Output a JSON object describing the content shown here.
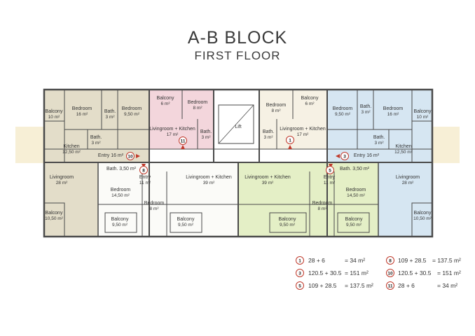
{
  "header": {
    "title": "A-B BLOCK",
    "subtitle": "FIRST FLOOR"
  },
  "colors": {
    "beige": "#e3ddc9",
    "pink": "#f3d6dc",
    "cream": "#f6f1e4",
    "lightblue": "#d6e6f2",
    "white": "#fbfbf8",
    "green": "#e4efc6",
    "wall": "#4a4a4a",
    "badge_ring": "#c0392b",
    "corridor": "#f7efd6"
  },
  "rooms": {
    "r1": {
      "name": "Balcony",
      "area": "10 m²"
    },
    "r2": {
      "name": "Bedroom",
      "area": "16 m²"
    },
    "r3": {
      "name": "Bath.",
      "area": "3 m²"
    },
    "r4": {
      "name": "Bedroom",
      "area": "9,50 m²"
    },
    "r5": {
      "name": "Bath.",
      "area": "3 m²"
    },
    "r6": {
      "name": "Kitchen",
      "area": "12,50 m²"
    },
    "r7": {
      "name": "Entry 16 m²",
      "area": ""
    },
    "r8": {
      "name": "Livingroom",
      "area": "28 m²"
    },
    "r9": {
      "name": "Balcony",
      "area": "10,50 m²"
    },
    "r10": {
      "name": "Balcony",
      "area": "6 m²"
    },
    "r11": {
      "name": "Bedroom",
      "area": "8 m²"
    },
    "r12": {
      "name": "Livingroom + Kitchen",
      "area": "17 m²"
    },
    "r13": {
      "name": "Bath.",
      "area": "3 m²"
    },
    "r14": {
      "name": "Lift",
      "area": ""
    },
    "r15": {
      "name": "Balcony",
      "area": "6 m²"
    },
    "r16": {
      "name": "Bedroom",
      "area": "8 m²"
    },
    "r17": {
      "name": "Livingroom + Kitchen",
      "area": "17 m²"
    },
    "r18": {
      "name": "Bath.",
      "area": "3 m²"
    },
    "r19": {
      "name": "Bedroom",
      "area": "9,50 m²"
    },
    "r20": {
      "name": "Bath.",
      "area": "3 m²"
    },
    "r21": {
      "name": "Bedroom",
      "area": "16 m²"
    },
    "r22": {
      "name": "Balcony",
      "area": "10 m²"
    },
    "r23": {
      "name": "Bath.",
      "area": "3 m²"
    },
    "r24": {
      "name": "Kitchen",
      "area": "12,50 m²"
    },
    "r25": {
      "name": "Entry 16 m²",
      "area": ""
    },
    "r26": {
      "name": "Livingroom",
      "area": "28 m²"
    },
    "r27": {
      "name": "Balcony",
      "area": "10,50 m²"
    },
    "r28": {
      "name": "Bath. 3,50 m²",
      "area": ""
    },
    "r29": {
      "name": "Entry",
      "area": "11 m²"
    },
    "r30": {
      "name": "Bedroom",
      "area": "14,50 m²"
    },
    "r31": {
      "name": "Bedroom",
      "area": "8 m²"
    },
    "r32": {
      "name": "Balcony",
      "area": "9,50 m²"
    },
    "r33": {
      "name": "Livingroom + Kitchen",
      "area": "39 m²"
    },
    "r34": {
      "name": "Balcony",
      "area": "9,50 m²"
    },
    "r35": {
      "name": "Livingroom + Kitchen",
      "area": "39 m²"
    },
    "r36": {
      "name": "Balcony",
      "area": "9,50 m²"
    },
    "r37": {
      "name": "Bath. 3,50 m²",
      "area": ""
    },
    "r38": {
      "name": "Entry",
      "area": "11 m²"
    },
    "r39": {
      "name": "Bedroom",
      "area": "14,50 m²"
    },
    "r40": {
      "name": "Bedroom",
      "area": "8 m²"
    },
    "r41": {
      "name": "Balcony",
      "area": "9,50 m²"
    }
  },
  "badges": {
    "b10": "10",
    "b11": "11",
    "b1": "1",
    "b3": "3",
    "b8": "8",
    "b5": "5"
  },
  "legend": [
    {
      "num": "1",
      "calc": "28 + 6",
      "total": "= 34 m²"
    },
    {
      "num": "3",
      "calc": "120.5 + 30.5",
      "total": "= 151 m²"
    },
    {
      "num": "5",
      "calc": "109 + 28.5",
      "total": "= 137.5 m²"
    },
    {
      "num": "8",
      "calc": "109 + 28.5",
      "total": "= 137.5 m²"
    },
    {
      "num": "10",
      "calc": "120.5 + 30.5",
      "total": "= 151 m²"
    },
    {
      "num": "11",
      "calc": "28 + 6",
      "total": "= 34 m²"
    }
  ]
}
